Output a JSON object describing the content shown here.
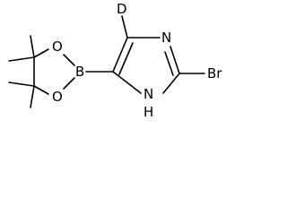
{
  "molecule": {
    "atoms": {
      "deuterium": "D",
      "nitrogen_imine": "N",
      "bromine": "Br",
      "nitrogen_amine": "N",
      "hydrogen_amine": "H",
      "boron": "B",
      "oxygen_top": "O",
      "oxygen_bottom": "O"
    }
  }
}
